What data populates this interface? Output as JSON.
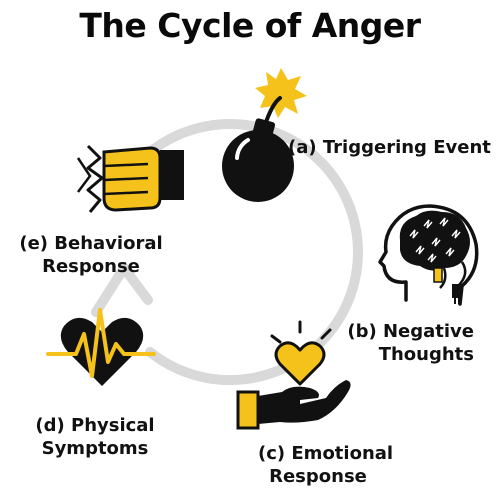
{
  "title": "The Cycle of Anger",
  "colors": {
    "accent": "#F4C21B",
    "ink": "#111111",
    "cycle": "#D9D9D9"
  },
  "stages": {
    "a": {
      "line1": "(a) Triggering Event",
      "line2": "",
      "icon": "bomb-icon"
    },
    "b": {
      "line1": "(b) Negative",
      "line2": "Thoughts",
      "icon": "head-brain-icon"
    },
    "c": {
      "line1": "(c) Emotional",
      "line2": "Response",
      "icon": "hand-heart-icon"
    },
    "d": {
      "line1": "(d) Physical",
      "line2": "Symptoms",
      "icon": "heartbeat-icon"
    },
    "e": {
      "line1": "(e) Behavioral",
      "line2": "Response",
      "icon": "fist-punch-icon"
    }
  }
}
